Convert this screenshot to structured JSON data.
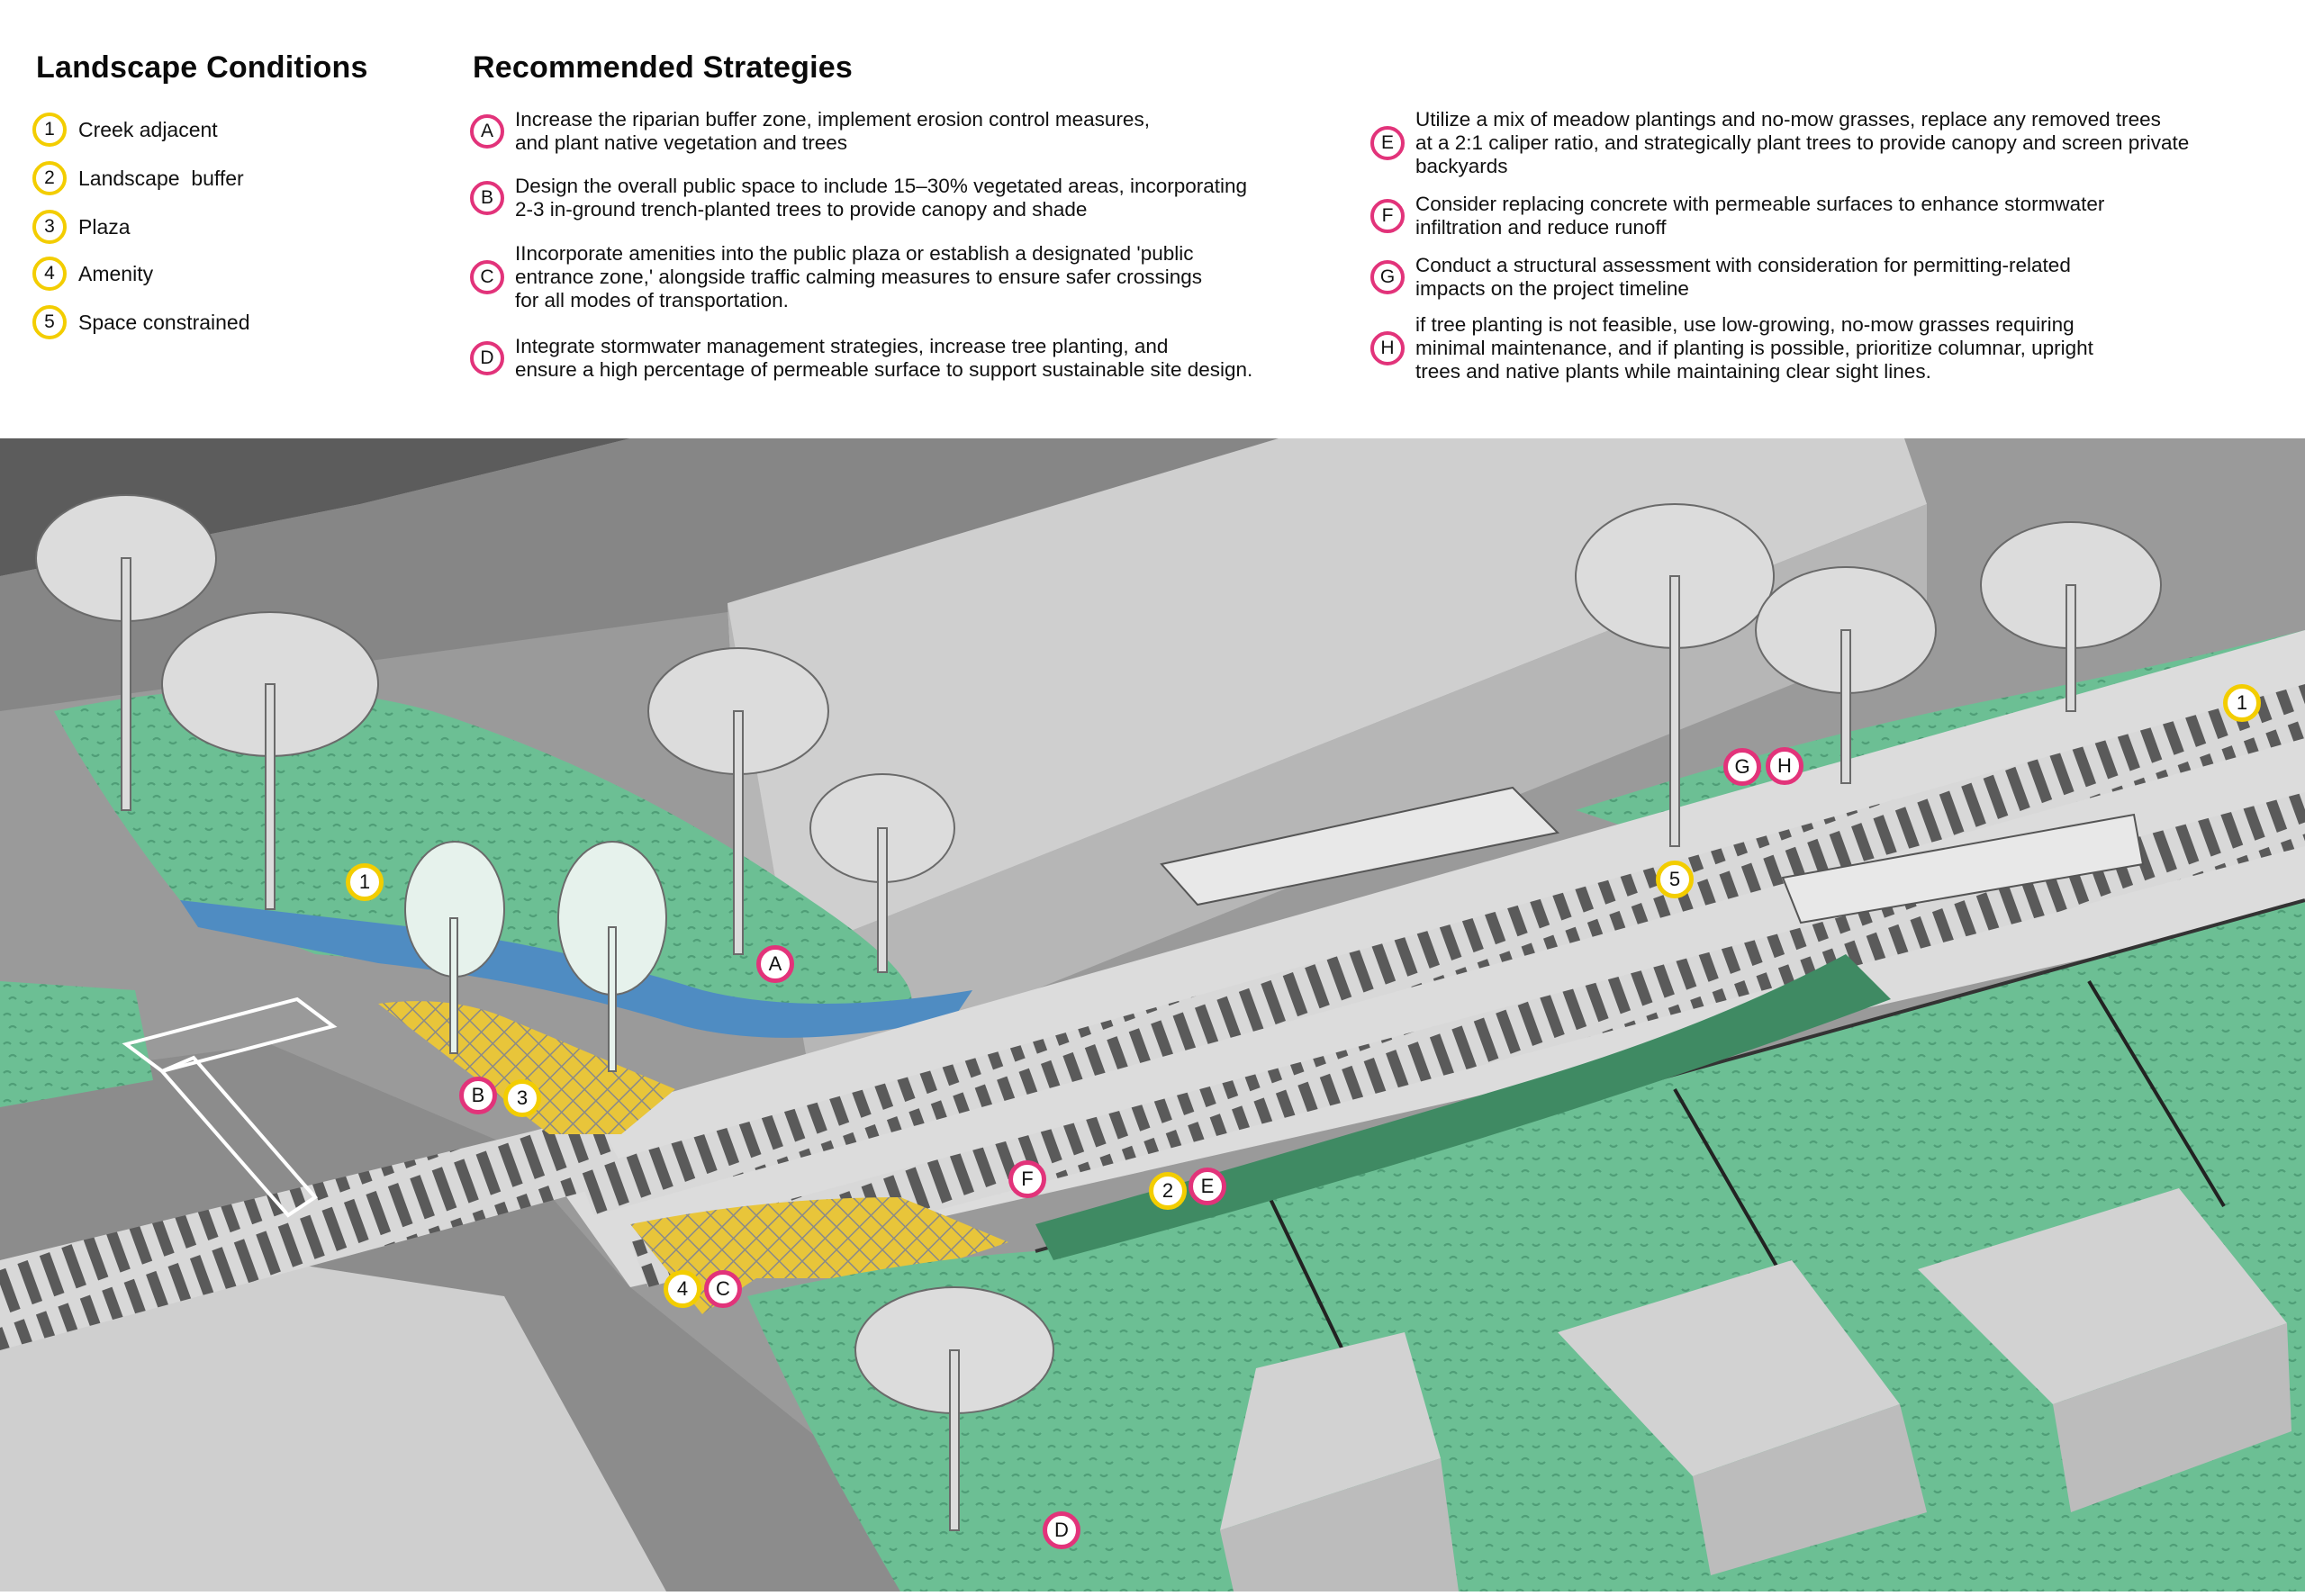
{
  "landscape_conditions": {
    "title": "Landscape Conditions",
    "items": [
      {
        "key": "1",
        "label": "Creek adjacent"
      },
      {
        "key": "2",
        "label": "Landscape  buffer"
      },
      {
        "key": "3",
        "label": "Plaza"
      },
      {
        "key": "4",
        "label": "Amenity"
      },
      {
        "key": "5",
        "label": "Space constrained"
      }
    ]
  },
  "recommended_strategies": {
    "title": "Recommended Strategies",
    "items": [
      {
        "key": "A",
        "lines": [
          "Increase the riparian buffer zone, implement erosion control measures,",
          "and plant native vegetation and trees"
        ]
      },
      {
        "key": "B",
        "lines": [
          "Design the overall public space to include 15–30% vegetated areas, incorporating",
          "2-3 in-ground trench-planted trees to provide canopy and shade"
        ]
      },
      {
        "key": "C",
        "lines": [
          "IIncorporate amenities into the public plaza or establish a designated 'public",
          "entrance zone,' alongside traffic calming measures to ensure safer crossings",
          "for all modes of transportation."
        ]
      },
      {
        "key": "D",
        "lines": [
          "Integrate stormwater management strategies, increase tree planting, and",
          "ensure a high percentage of permeable surface to support sustainable site design."
        ]
      },
      {
        "key": "E",
        "lines": [
          "Utilize a mix of meadow plantings and no-mow grasses, replace any removed trees",
          "at a 2:1 caliper ratio, and strategically plant trees to provide canopy and screen private",
          "backyards"
        ]
      },
      {
        "key": "F",
        "lines": [
          "Consider replacing concrete with permeable surfaces to enhance stormwater",
          "infiltration and reduce runoff"
        ]
      },
      {
        "key": "G",
        "lines": [
          "Conduct a structural assessment with consideration for permitting-related",
          "impacts on the project timeline"
        ]
      },
      {
        "key": "H",
        "lines": [
          "if tree planting is not feasible, use low-growing, no-mow grasses requiring",
          "minimal maintenance, and if planting is possible, prioritize columnar, upright",
          "trees and native plants while maintaining clear sight lines."
        ]
      }
    ]
  },
  "map_markers": {
    "conditions": [
      "1",
      "1",
      "2",
      "3",
      "4",
      "5"
    ],
    "strategies": [
      "A",
      "B",
      "C",
      "D",
      "E",
      "F",
      "G",
      "H"
    ]
  },
  "colors": {
    "condition_ring": "#f3cd00",
    "strategy_ring": "#e2337a",
    "vegetation": "#6cbf94",
    "vegetation_dark": "#3f8a63",
    "creek": "#4f8cc2",
    "plaza_hatch": "#e8c53a",
    "ground_gray": "#9a9a9a",
    "building_light": "#d2d2d2"
  }
}
